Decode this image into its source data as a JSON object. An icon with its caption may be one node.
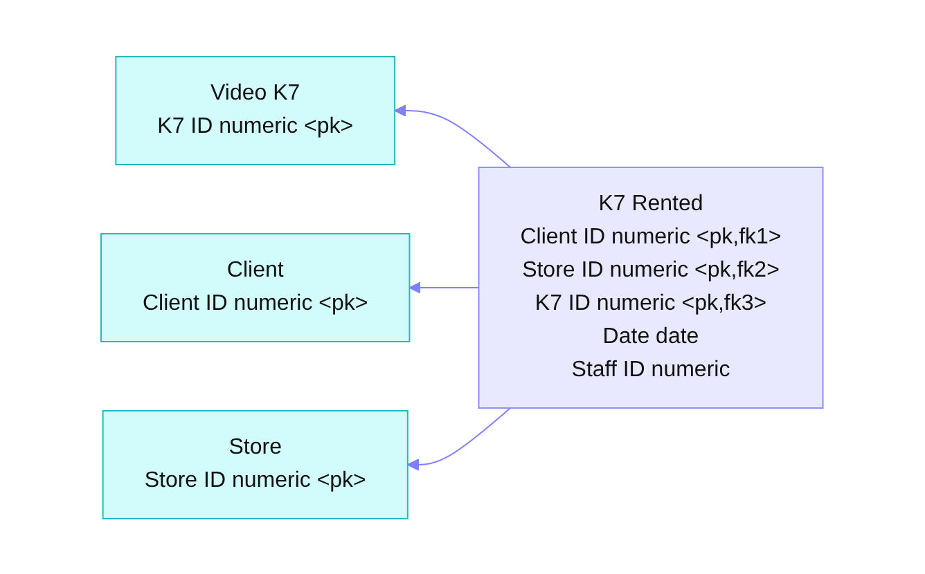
{
  "diagram": {
    "nodes": [
      {
        "text": [
          "Video K7",
          "K7 ID numeric <pk>"
        ]
      },
      {
        "text": [
          "Client",
          "Client ID numeric <pk>"
        ]
      },
      {
        "text": [
          "K7 Rented",
          "Client ID numeric <pk,fk1>",
          "Store ID numeric <pk,fk2>",
          "K7 ID numeric <pk,fk3>",
          "Date date",
          "Staff ID numeric"
        ]
      },
      {
        "text": [
          "Store",
          "Store ID numeric <pk>"
        ]
      }
    ],
    "edges": [
      {
        "from": 2,
        "to": 0,
        "arrow": "to"
      },
      {
        "from": 2,
        "to": 1,
        "arrow": "to"
      },
      {
        "from": 2,
        "to": 3,
        "arrow": "to"
      }
    ]
  }
}
